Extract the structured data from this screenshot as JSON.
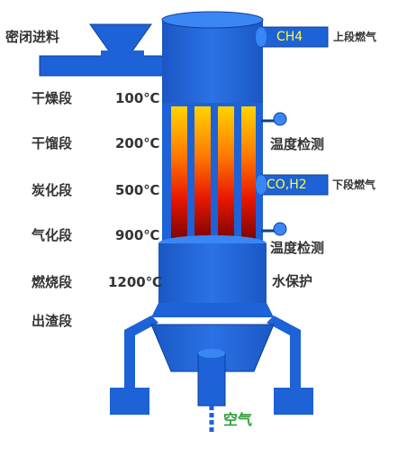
{
  "labels": {
    "feed": "密闭进料",
    "ch4": "CH4",
    "upper_gas": "上段燃气",
    "co_h2": "CO,H2",
    "lower_gas": "下段燃气",
    "temp_detect_1": "温度检测",
    "temp_detect_2": "温度检测",
    "water_protect": "水保护",
    "air": "空气"
  },
  "zones": [
    {
      "name": "干燥段",
      "temp": "100℃"
    },
    {
      "name": "干馏段",
      "temp": "200℃"
    },
    {
      "name": "炭化段",
      "temp": "500℃"
    },
    {
      "name": "气化段",
      "temp": "900℃"
    },
    {
      "name": "燃烧段",
      "temp": "1200℃"
    },
    {
      "name": "出渣段",
      "temp": ""
    }
  ],
  "colors": {
    "vessel": "#1b5fcf",
    "vessel_dark": "#0f3f96",
    "hot": "#8a0000",
    "warm": "#ff3300",
    "cool": "#ffc000",
    "label": "#333333",
    "gas_text": "#ffff33",
    "air_text": "#2e9e3a"
  }
}
